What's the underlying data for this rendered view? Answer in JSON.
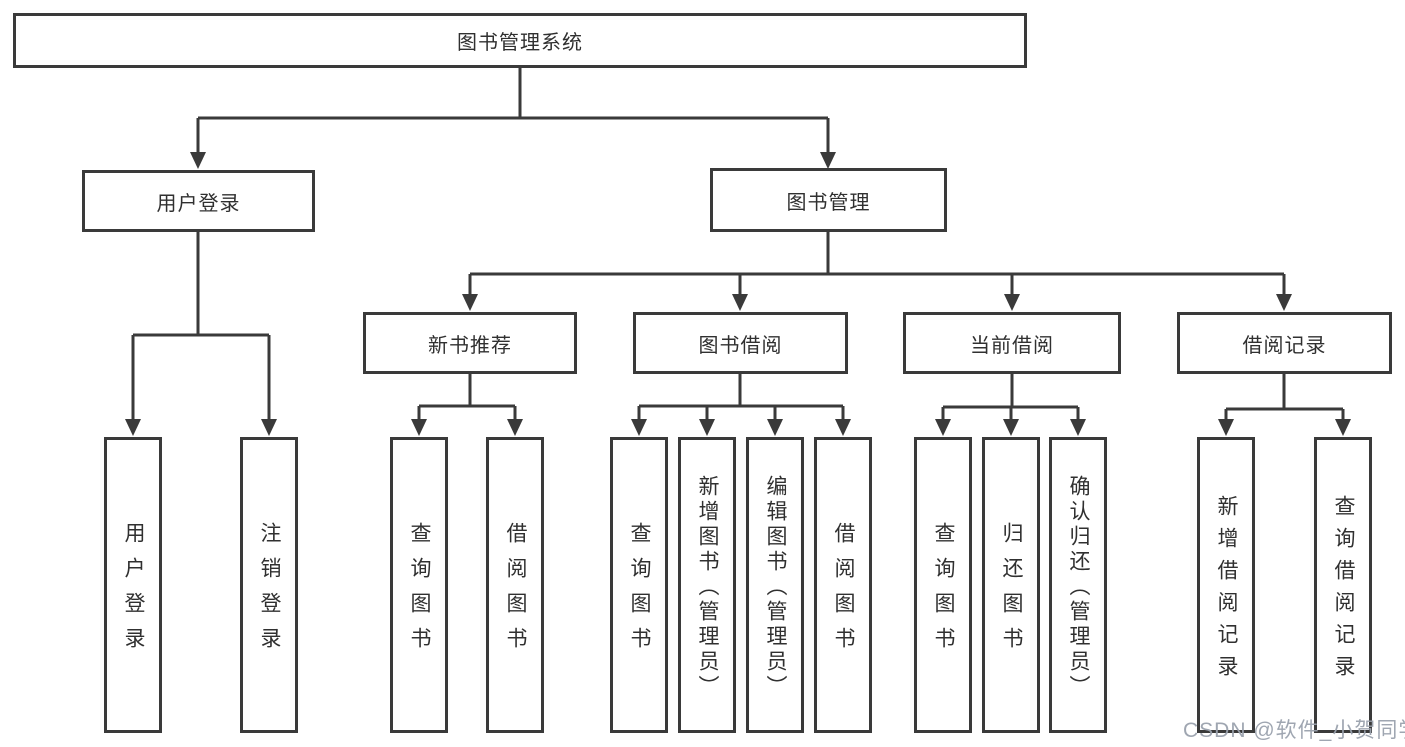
{
  "diagram": {
    "root": {
      "label": "图书管理系统"
    },
    "level2": [
      {
        "label": "用户登录"
      },
      {
        "label": "图书管理"
      }
    ],
    "level3": [
      {
        "label": "新书推荐"
      },
      {
        "label": "图书借阅"
      },
      {
        "label": "当前借阅"
      },
      {
        "label": "借阅记录"
      }
    ],
    "leaves": {
      "user_login": [
        "用户登录",
        "注销登录"
      ],
      "new_book": [
        "查询图书",
        "借阅图书"
      ],
      "book_borrow": [
        "查询图书",
        "新增图书（管理员）",
        "编辑图书（管理员）",
        "借阅图书"
      ],
      "current_borrow": [
        "查询图书",
        "归还图书",
        "确认归还（管理员）"
      ],
      "borrow_records": [
        "新增借阅记录",
        "查询借阅记录"
      ]
    }
  },
  "watermark": "CSDN @软件_小贺同学",
  "colors": {
    "line": "#3a3a3a",
    "text": "#303030",
    "background": "#ffffff",
    "watermark": "#9aa1ad"
  }
}
